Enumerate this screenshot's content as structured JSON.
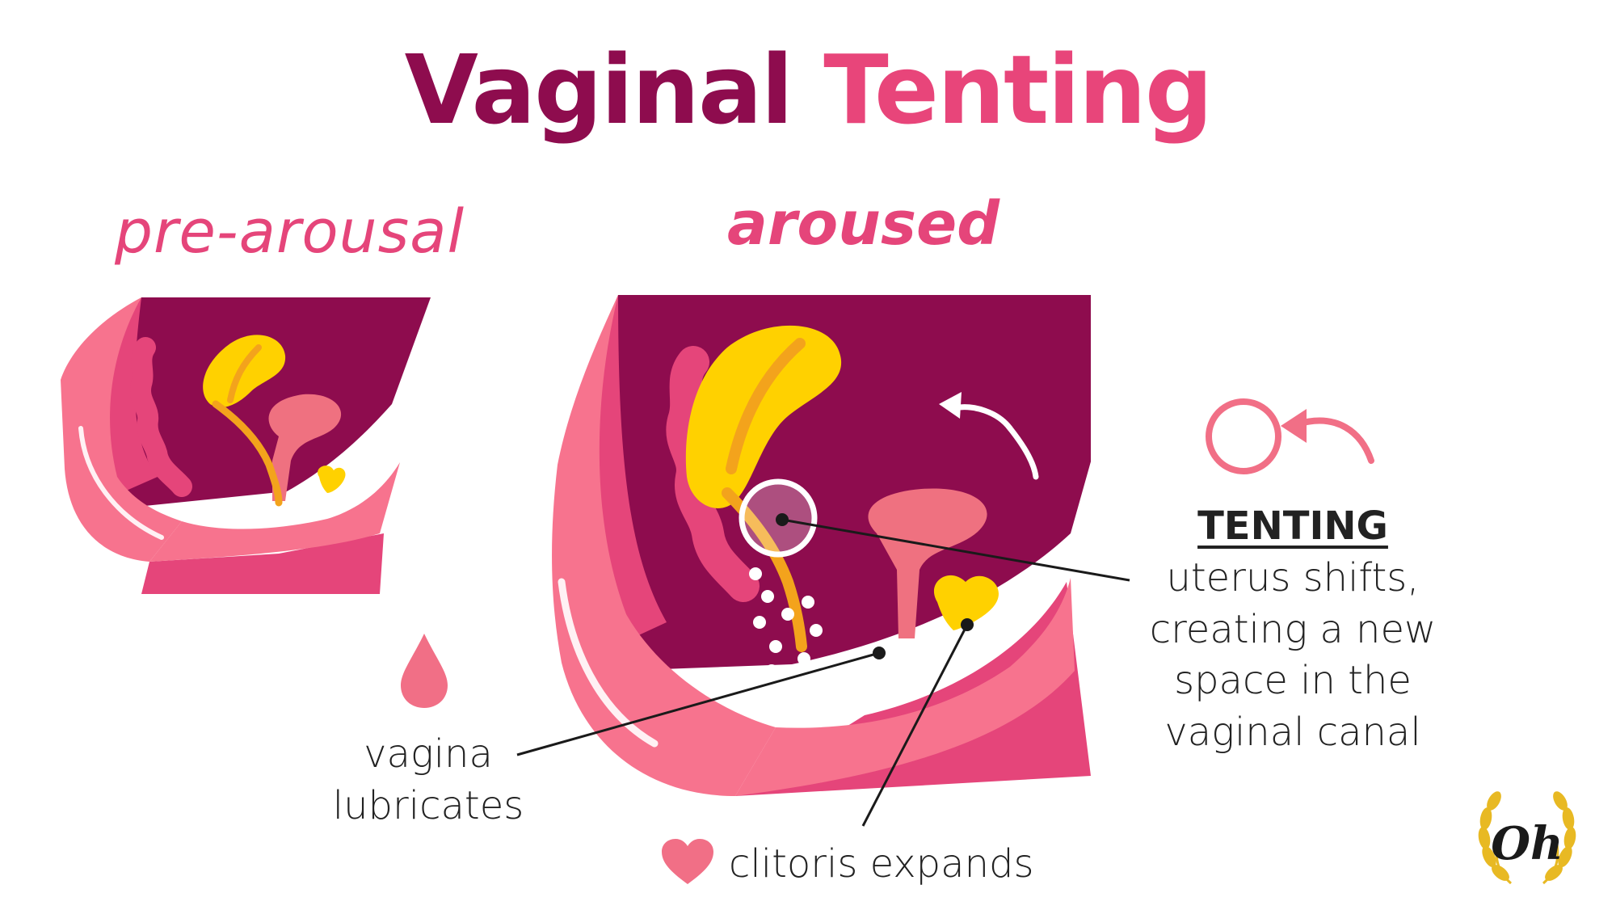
{
  "title": {
    "part1": "Vaginal",
    "part2": "Tenting"
  },
  "stages": {
    "before": "pre-arousal",
    "after": "aroused"
  },
  "labels": {
    "tenting_heading": "TENTING",
    "tenting_lines": [
      "uterus shifts,",
      "creating a new",
      "space in the",
      "vaginal canal"
    ],
    "vagina_lines": [
      "vagina",
      "lubricates"
    ],
    "clitoris": "clitoris expands"
  },
  "logo": {
    "text": "Oh"
  },
  "colors": {
    "deep_magenta": "#8e0c4e",
    "pink": "#e8457a",
    "light_pink": "#f7738e",
    "salmon": "#ef7180",
    "yellow": "#ffd100",
    "orange": "#f3a31c",
    "gold": "#e8b923"
  },
  "icons": [
    "droplet-icon",
    "heart-icon",
    "circle-arrow-icon",
    "laurel-logo-icon"
  ]
}
